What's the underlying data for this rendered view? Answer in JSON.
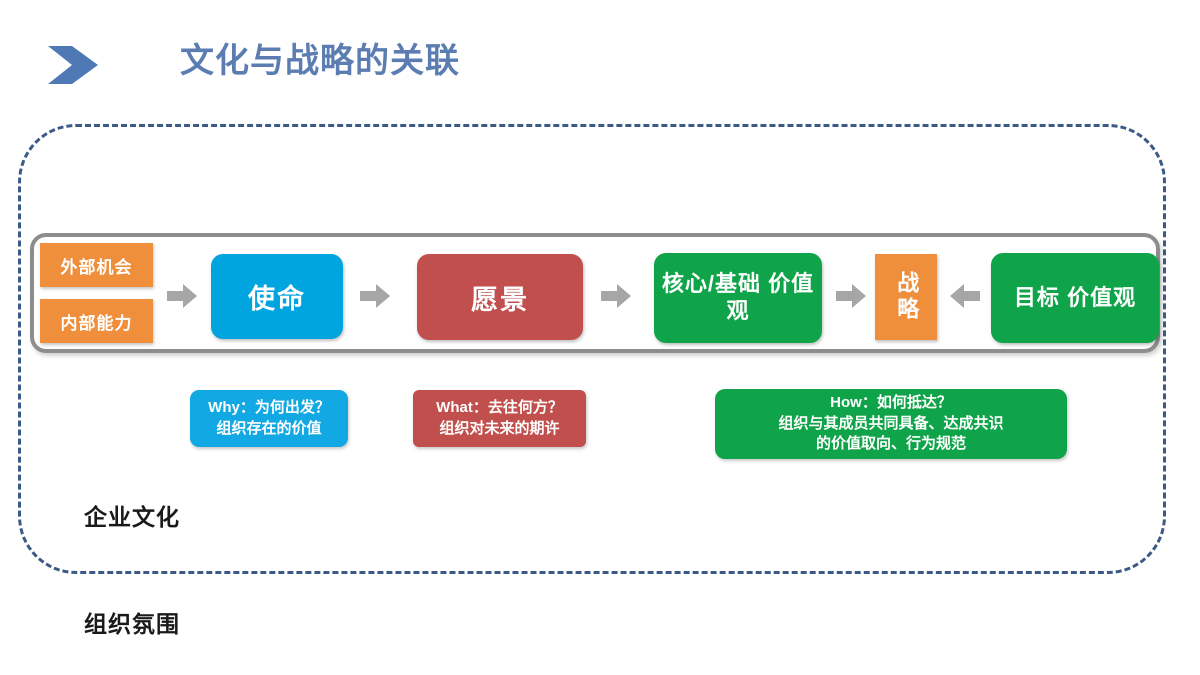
{
  "header": {
    "title": "文化与战略的关联",
    "chevron_icon": "chevron-right-icon",
    "title_color": "#5b7db1"
  },
  "boundary": {
    "inside_label": "企业文化",
    "outside_label": "组织氛围",
    "border_color": "#3d5a87",
    "border_style": "dashed"
  },
  "chain": {
    "frame_color": "#8d8d8d",
    "inputs": [
      {
        "label": "外部机会",
        "color": "#ef8f3c"
      },
      {
        "label": "内部能力",
        "color": "#ef8f3c"
      }
    ],
    "nodes": [
      {
        "id": "mission",
        "label": "使命",
        "color": "#00a5e0"
      },
      {
        "id": "vision",
        "label": "愿景",
        "color": "#c04f4d"
      },
      {
        "id": "core-values",
        "line1": "核心/基础",
        "line2": "价值观",
        "color": "#0fa449"
      },
      {
        "id": "strategy",
        "label": "战略",
        "color": "#ef8f3c"
      },
      {
        "id": "target-values",
        "line1": "目标",
        "line2": "价值观",
        "color": "#0fa449"
      }
    ],
    "arrows": [
      {
        "id": "arrow-1",
        "direction": "right"
      },
      {
        "id": "arrow-2",
        "direction": "right"
      },
      {
        "id": "arrow-3",
        "direction": "right"
      },
      {
        "id": "arrow-4",
        "direction": "right"
      },
      {
        "id": "arrow-5",
        "direction": "left"
      }
    ],
    "arrow_color": "#a6a6a6"
  },
  "captions": [
    {
      "id": "why",
      "line1": "Why：为何出发？",
      "line2": "组织存在的价值",
      "color": "#11a8e4"
    },
    {
      "id": "what",
      "line1": "What：去往何方？",
      "line2": "组织对未来的期许",
      "color": "#c04f4d"
    },
    {
      "id": "how",
      "line1": "How：如何抵达？",
      "line2": "组织与其成员共同具备、达成共识",
      "line3": "的价值取向、行为规范",
      "color": "#0fa449"
    }
  ]
}
